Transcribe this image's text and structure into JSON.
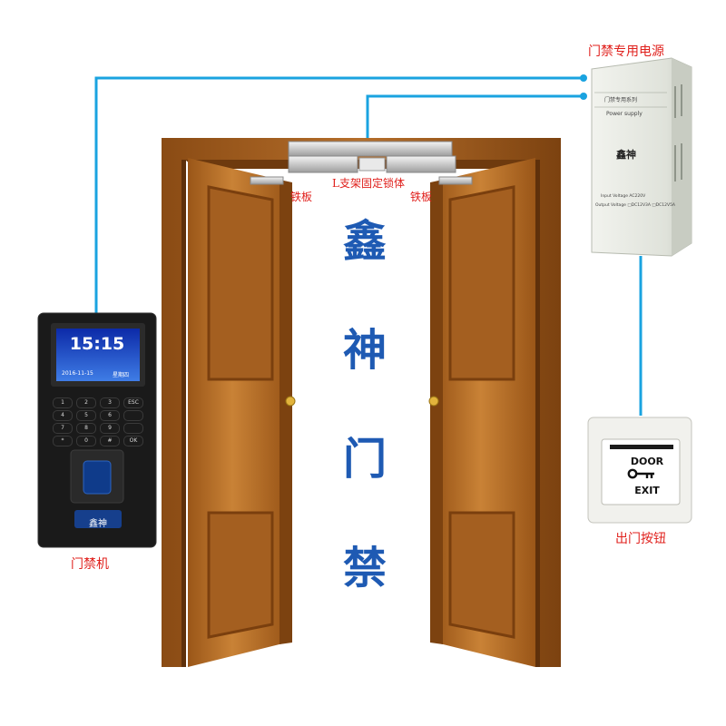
{
  "labels": {
    "power_supply": "门禁专用电源",
    "l_bracket": "L支架固定锁体",
    "iron_plate_left": "铁板",
    "iron_plate_right": "铁板",
    "access_controller": "门禁机",
    "exit_button": "出门按钮"
  },
  "brand_vertical": [
    "鑫",
    "神",
    "门",
    "禁"
  ],
  "device": {
    "clock": "15:15",
    "date": "2016-11-15",
    "weekday": "星期四",
    "logo": "鑫神",
    "keys": [
      "1",
      "2",
      "3",
      "ESC",
      "4",
      "5",
      "6",
      "",
      "7",
      "8",
      "9",
      "",
      "*",
      "0",
      "#",
      "OK"
    ]
  },
  "psu": {
    "series": "门禁专用系列",
    "power": "Power supply",
    "logo": "鑫神",
    "input": "Input Voltage AC220V",
    "output": "Output Voltage □DC12V3A □DC12V5A"
  },
  "button_panel": {
    "door": "DOOR",
    "exit": "EXIT"
  },
  "colors": {
    "wire": "#1aa3e0",
    "label_red": "#e0201c",
    "brand_blue": "#1e5ab3",
    "door_wood": "#b8702a"
  }
}
